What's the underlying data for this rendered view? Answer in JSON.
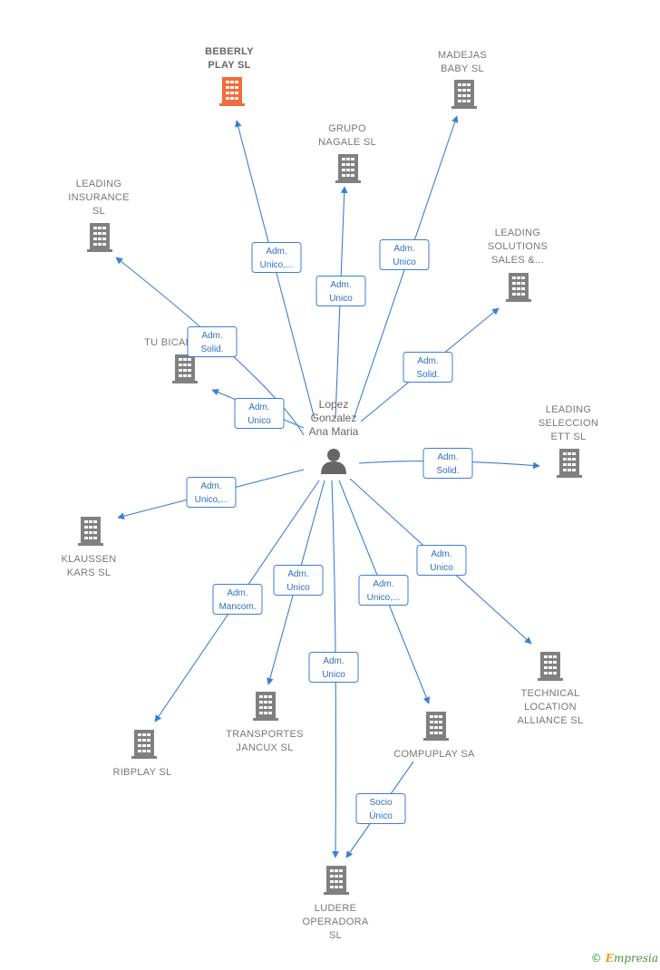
{
  "center": {
    "name_lines": [
      "Lopez",
      "Gonzalez",
      "Ana Maria"
    ],
    "icon": "person-icon"
  },
  "colors": {
    "edge": "#3a7fd5",
    "company": "#808080",
    "highlight_company": "#f26b3a"
  },
  "companies": [
    {
      "id": "beberly",
      "lines": [
        "BEBERLY",
        "PLAY  SL"
      ],
      "highlight": true,
      "icon": "building-icon"
    },
    {
      "id": "madejas",
      "lines": [
        "MADEJAS",
        "BABY  SL"
      ],
      "icon": "building-icon"
    },
    {
      "id": "grupo-nagale",
      "lines": [
        "GRUPO",
        "NAGALE  SL"
      ],
      "icon": "building-icon"
    },
    {
      "id": "leading-insurance",
      "lines": [
        "LEADING",
        "INSURANCE",
        "SL"
      ],
      "icon": "building-icon"
    },
    {
      "id": "leading-solutions",
      "lines": [
        "LEADING",
        "SOLUTIONS",
        "SALES &..."
      ],
      "icon": "building-icon"
    },
    {
      "id": "tu-bicad",
      "lines": [
        "TU BICAD"
      ],
      "icon": "building-icon"
    },
    {
      "id": "leading-seleccion",
      "lines": [
        "LEADING",
        "SELECCION",
        "ETT  SL"
      ],
      "icon": "building-icon"
    },
    {
      "id": "klaussen",
      "lines": [
        "KLAUSSEN",
        "KARS  SL"
      ],
      "icon": "building-icon"
    },
    {
      "id": "technical",
      "lines": [
        "TECHNICAL",
        "LOCATION",
        "ALLIANCE SL"
      ],
      "icon": "building-icon"
    },
    {
      "id": "transportes",
      "lines": [
        "TRANSPORTES",
        "JANCUX SL"
      ],
      "icon": "building-icon"
    },
    {
      "id": "ribplay",
      "lines": [
        "RIBPLAY  SL"
      ],
      "icon": "building-icon"
    },
    {
      "id": "compuplay",
      "lines": [
        "COMPUPLAY SA"
      ],
      "icon": "building-icon"
    },
    {
      "id": "ludere",
      "lines": [
        "LUDERE",
        "OPERADORA",
        "SL"
      ],
      "icon": "building-icon"
    }
  ],
  "relations": [
    {
      "to": "beberly",
      "lines": [
        "Adm.",
        "Unico,..."
      ]
    },
    {
      "to": "grupo-nagale",
      "lines": [
        "Adm.",
        "Unico"
      ]
    },
    {
      "to": "madejas",
      "lines": [
        "Adm.",
        "Unico"
      ]
    },
    {
      "to": "leading-insurance",
      "lines": [
        "Adm.",
        "Solid."
      ]
    },
    {
      "to": "leading-solutions",
      "lines": [
        "Adm.",
        "Solid."
      ]
    },
    {
      "to": "tu-bicad",
      "lines": [
        "Adm.",
        "Unico"
      ]
    },
    {
      "to": "leading-seleccion",
      "lines": [
        "Adm.",
        "Solid."
      ]
    },
    {
      "to": "klaussen",
      "lines": [
        "Adm.",
        "Unico,..."
      ]
    },
    {
      "to": "technical",
      "lines": [
        "Adm.",
        "Unico"
      ]
    },
    {
      "to": "transportes",
      "lines": [
        "Adm.",
        "Unico"
      ]
    },
    {
      "to": "ribplay",
      "lines": [
        "Adm.",
        "Mancom."
      ]
    },
    {
      "to": "compuplay",
      "lines": [
        "Adm.",
        "Unico,..."
      ]
    },
    {
      "to": "ludere",
      "lines": [
        "Adm.",
        "Unico"
      ]
    },
    {
      "from": "compuplay",
      "to": "ludere",
      "lines": [
        "Socio",
        "Único"
      ]
    }
  ],
  "footer": {
    "copyright": "©",
    "brand_first": "E",
    "brand_rest": "mpresia"
  }
}
